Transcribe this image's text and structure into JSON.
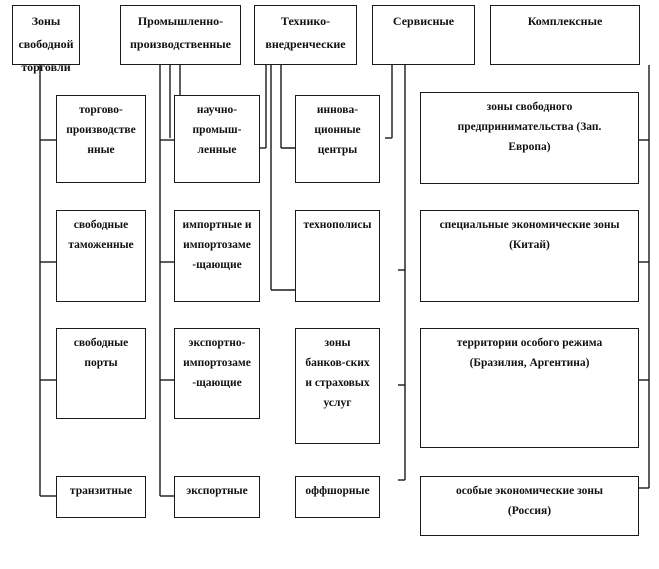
{
  "headers": {
    "free_trade": "Зоны свободной\nторговли",
    "industrial": "Промышленно-\nпроизводственные",
    "tech": "Технико-\nвнедренческие",
    "service": "Сервисные",
    "complex": "Комплексные"
  },
  "col1": {
    "trade_production": "торгово-\nпроизводстве\nнные",
    "free_customs": "свободные\nтаможенные",
    "free_ports": "свободные\nпорты",
    "transit": "транзитные"
  },
  "col2": {
    "science_industrial": "научно-\nпромыш-\nленные",
    "import_substituting": "импортные и\nимпортозаме\n-щающие",
    "export_import": "экспортно-\nимпортозаме\n-щающие",
    "export": "экспортные"
  },
  "col3": {
    "innovation_centers": "иннова-\nционные\nцентры",
    "technopolises": "технополисы",
    "banking_zones": "зоны\nбанков-ских\nи страховых\nуслуг",
    "offshore": "оффшорные"
  },
  "col5": {
    "free_enterprise": "зоны свободного\nпредпринимательства (Зап.\nЕвропа)",
    "special_economic": "специальные экономические зоны\n(Китай)",
    "special_regime": "территории особого режима\n(Бразилия, Аргентина)",
    "special_economic_russia": "особые экономические зоны\n(Россия)"
  }
}
